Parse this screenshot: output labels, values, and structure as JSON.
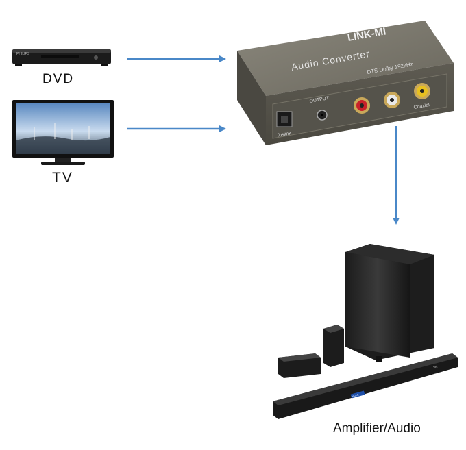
{
  "diagram": {
    "sources": [
      {
        "id": "dvd",
        "label": "DVD",
        "device_brand": "PHILIPS"
      },
      {
        "id": "tv",
        "label": "TV"
      }
    ],
    "converter": {
      "brand": "LINK-MI",
      "title": "Audio Converter",
      "subtitle": "DTS Dolby 192kHz",
      "output_label": "OUTPUT",
      "toslink_label": "Toslink",
      "coaxial_label": "Coaxial"
    },
    "destination": {
      "id": "amp",
      "label": "Amplifier/Audio",
      "display_text": "HDMI",
      "brand": "JBL"
    },
    "colors": {
      "arrow": "#4a88c8",
      "converter_body": "#6f6c62",
      "rca_red": "#c8202a",
      "rca_white": "#e8e8e8",
      "rca_yellow": "#e8c020"
    }
  }
}
